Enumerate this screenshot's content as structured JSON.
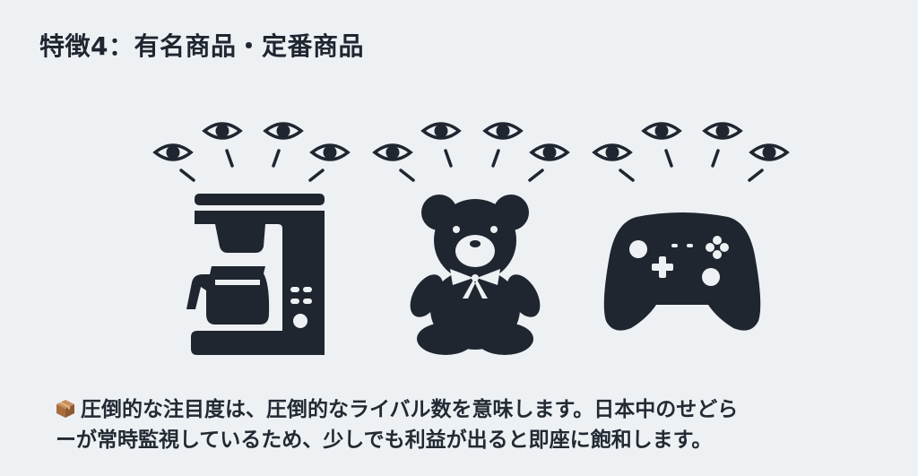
{
  "slide": {
    "title": "特徴4：有名商品・定番商品",
    "caption_icon": "package-icon",
    "caption_line1": "圧倒的な注目度は、圧倒的なライバル数を意味します。日本中のせどら",
    "caption_line2": "ーが常時監視しているため、少しでも利益が出ると即座に飽和します。"
  },
  "products": [
    {
      "name": "coffee-maker",
      "icon": "coffee-maker-icon",
      "watchers": 4
    },
    {
      "name": "teddy-bear",
      "icon": "teddy-bear-icon",
      "watchers": 4
    },
    {
      "name": "game-controller",
      "icon": "game-controller-icon",
      "watchers": 4
    }
  ],
  "colors": {
    "background": "#eef1f4",
    "ink": "#1f2630",
    "package": "#b07a4a"
  }
}
